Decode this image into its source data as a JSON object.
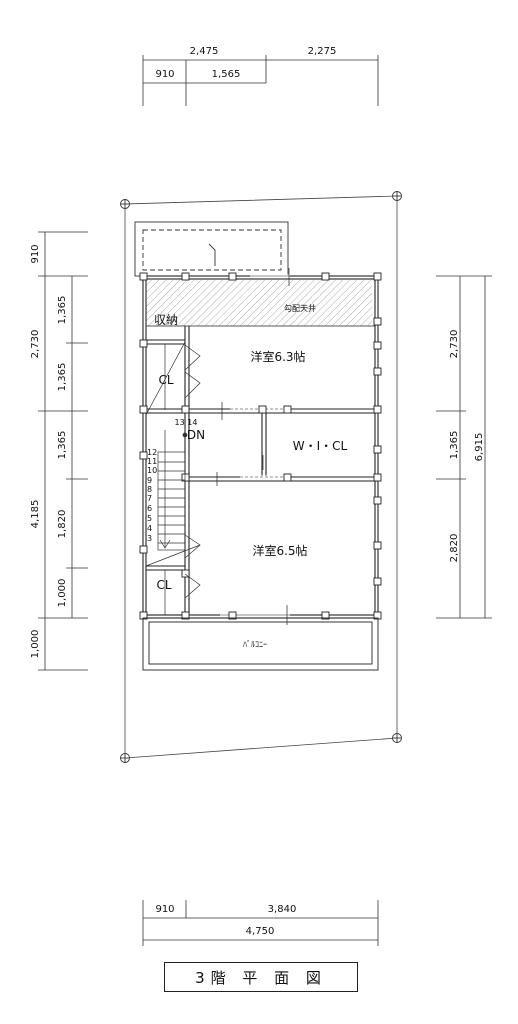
{
  "top_dims": {
    "upper_a": "2,475",
    "upper_b": "2,275",
    "lower_a": "910",
    "lower_b": "1,565"
  },
  "bottom_dims": {
    "upper_a": "910",
    "upper_b": "3,840",
    "total": "4,750"
  },
  "left_dims": {
    "outer": [
      "910",
      "2,730",
      "4,185",
      "1,000"
    ],
    "inner": [
      "1,365",
      "1,365",
      "1,365",
      "1,820",
      "1,000"
    ]
  },
  "right_dims": {
    "inner": [
      "2,730",
      "1,365",
      "2,820"
    ],
    "total": "6,915"
  },
  "rooms": {
    "storage": "収納",
    "sloped_ceiling": "勾配天井",
    "western_room_1": "洋室6.3帖",
    "closet_1": "CL",
    "stair_top": "13 14",
    "down": "DN",
    "walk_in_closet": "W・I・CL",
    "western_room_2": "洋室6.5帖",
    "closet_2": "CL",
    "balcony": "ﾊﾞﾙｺﾆｰ"
  },
  "stair_steps": [
    "12",
    "11",
    "10",
    "9",
    "8",
    "7",
    "6",
    "5",
    "4",
    "3"
  ],
  "title": "3階 平 面 図"
}
